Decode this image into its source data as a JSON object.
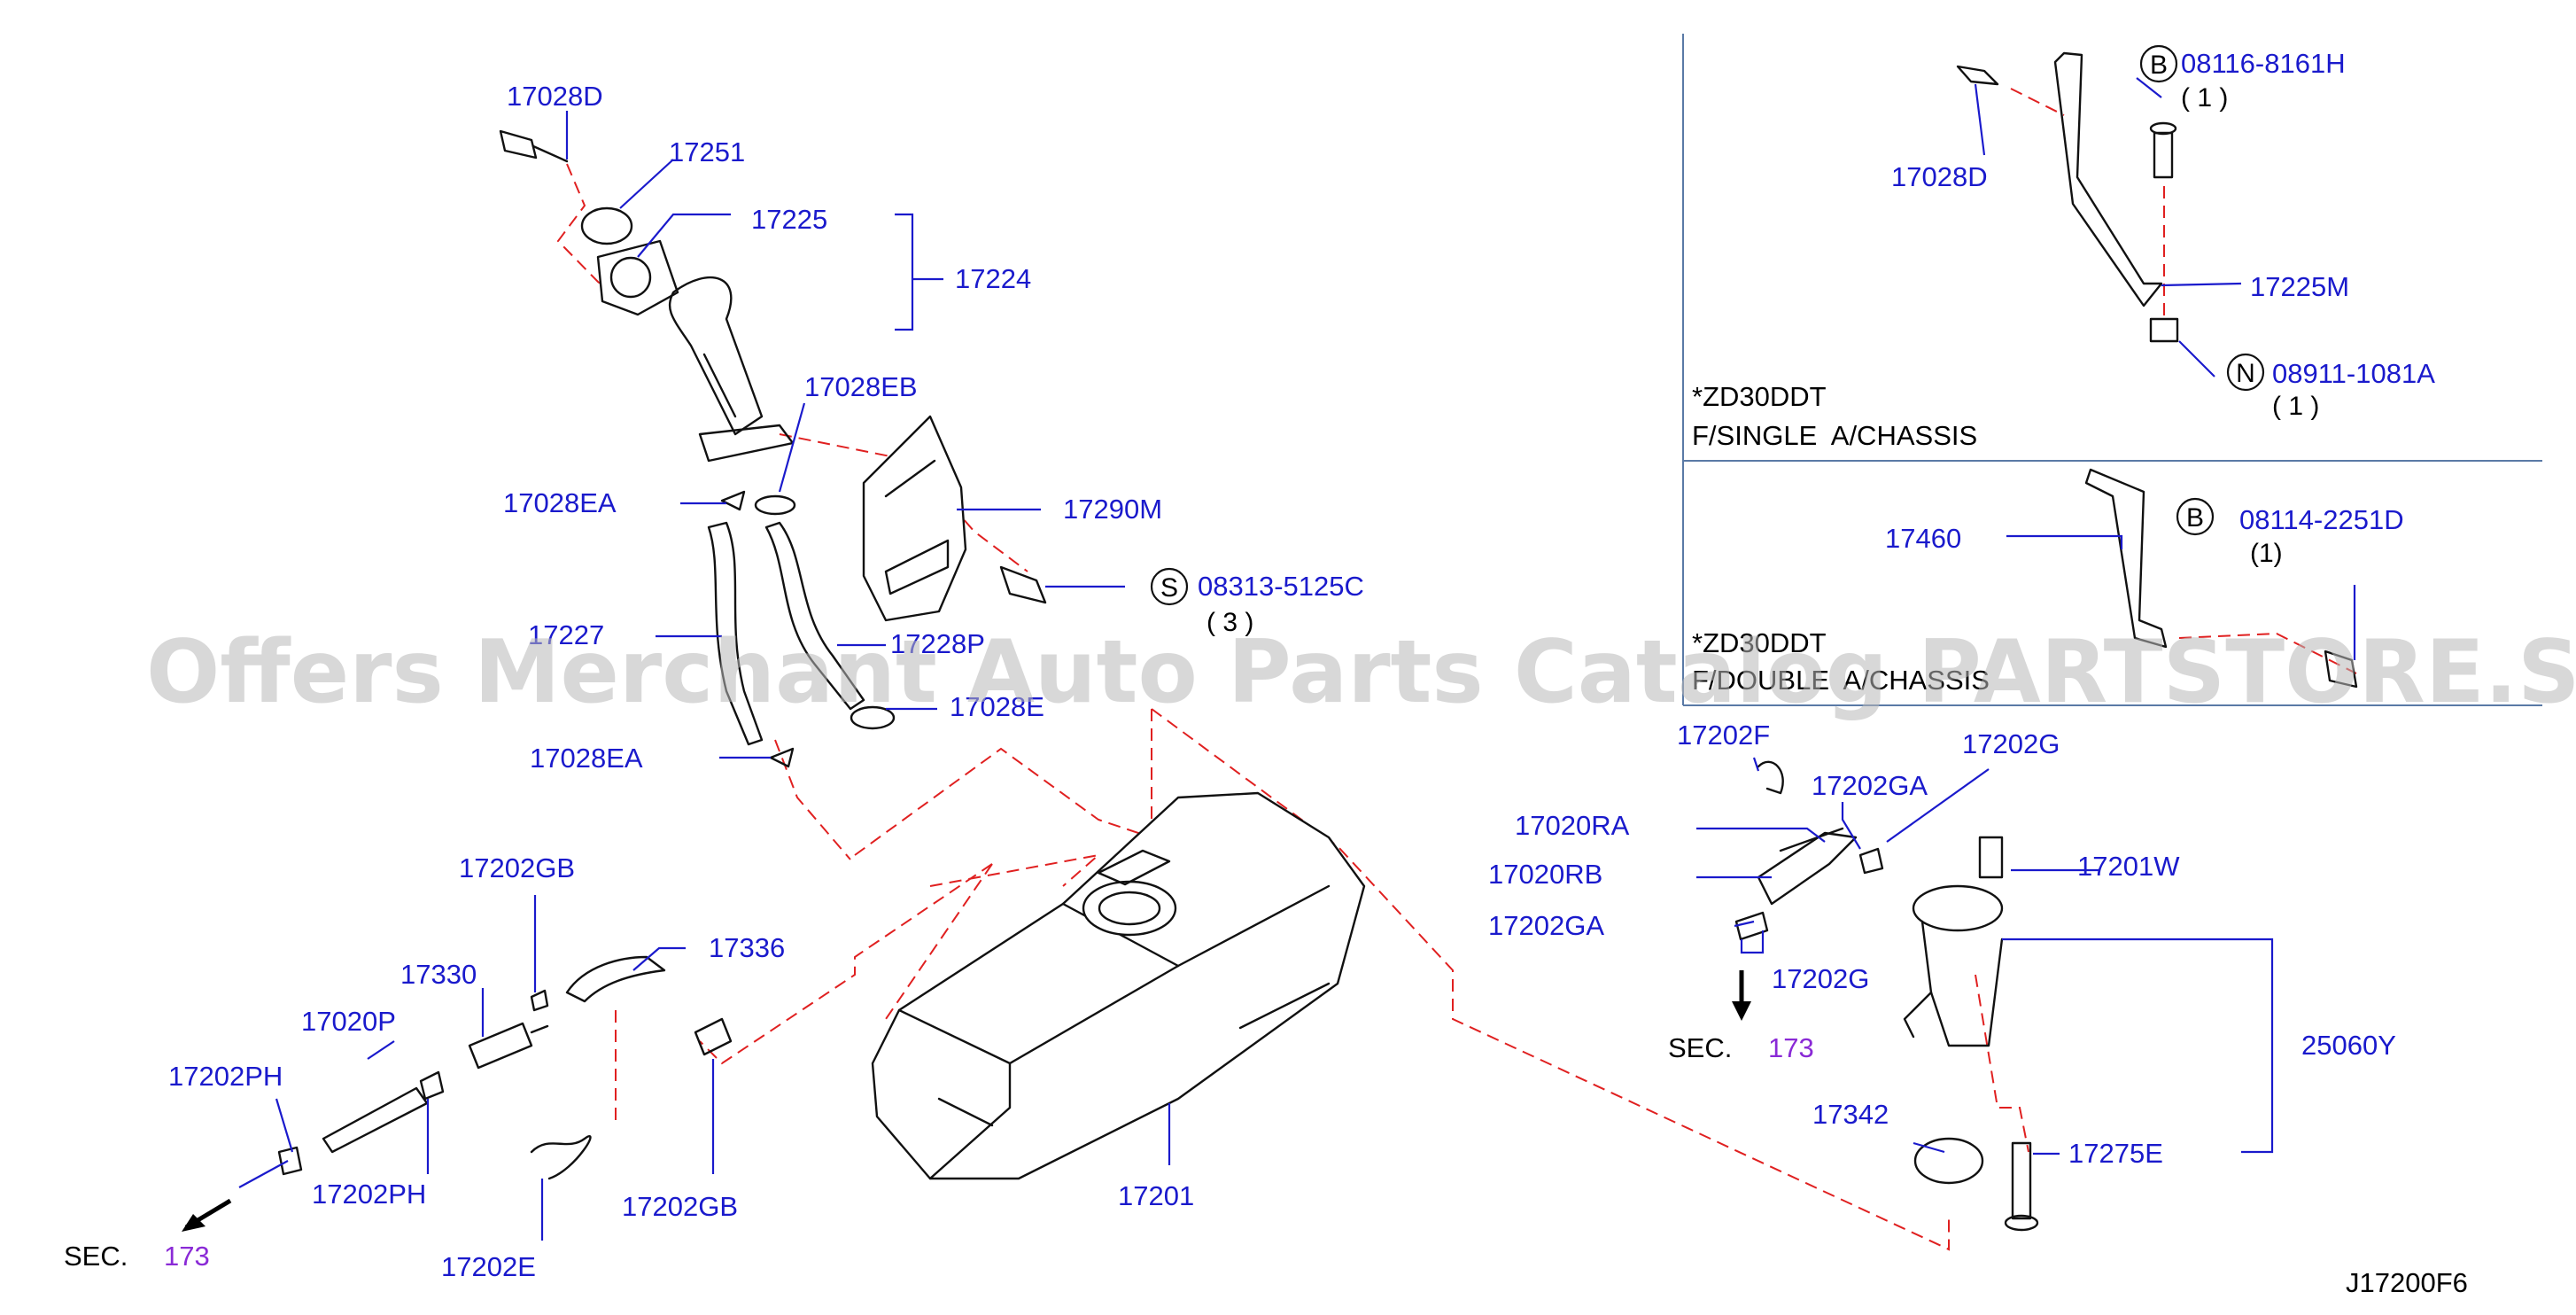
{
  "watermark": "Offers Merchant Auto Parts Catalog PARTSTORE.SA",
  "diagram_code": "J17200F6",
  "part_labels": {
    "p17028D_top": "17028D",
    "p17251": "17251",
    "p17225": "17225",
    "p17224": "17224",
    "p17028EB": "17028EB",
    "p17028EA_1": "17028EA",
    "p17290M": "17290M",
    "p08313": "08313-5125C",
    "p08313_qty": "( 3 )",
    "p17227": "17227",
    "p17228P": "17228P",
    "p17028E": "17028E",
    "p17028EA_2": "17028EA",
    "p17202GB_1": "17202GB",
    "p17330": "17330",
    "p17336": "17336",
    "p17020P": "17020P",
    "p17202PH_1": "17202PH",
    "p17202PH_2": "17202PH",
    "p17202E": "17202E",
    "p17202GB_2": "17202GB",
    "p17201": "17201",
    "sec_left": "SEC.",
    "sec_left_num": "173",
    "p17202F": "17202F",
    "p17202G_1": "17202G",
    "p17202GA_1": "17202GA",
    "p17020RA": "17020RA",
    "p17020RB": "17020RB",
    "p17201W": "17201W",
    "p17202GA_2": "17202GA",
    "p17202G_2": "17202G",
    "sec_right": "SEC.",
    "sec_right_num": "173",
    "p25060Y": "25060Y",
    "p17342": "17342",
    "p17275E": "17275E",
    "p17028D_inset": "17028D",
    "p08116": "08116-8161H",
    "p08116_qty": "( 1 )",
    "p17225M": "17225M",
    "p08911": "08911-1081A",
    "p08911_qty": "( 1 )",
    "p17460": "17460",
    "p08114": "08114-2251D",
    "p08114_qty": "(1)"
  },
  "circle_letters": {
    "s": "S",
    "b1": "B",
    "n": "N",
    "b2": "B"
  },
  "inset_notes": {
    "single_model": "*ZD30DDT",
    "single_desc": "F/SINGLE  A/CHASSIS",
    "double_model": "*ZD30DDT",
    "double_desc": "F/DOUBLE  A/CHASSIS"
  },
  "colors": {
    "part_number": "#1a1acc",
    "section_number": "#8a2ad6",
    "guide_dash": "#e02020",
    "divider": "#5a7aa6"
  }
}
